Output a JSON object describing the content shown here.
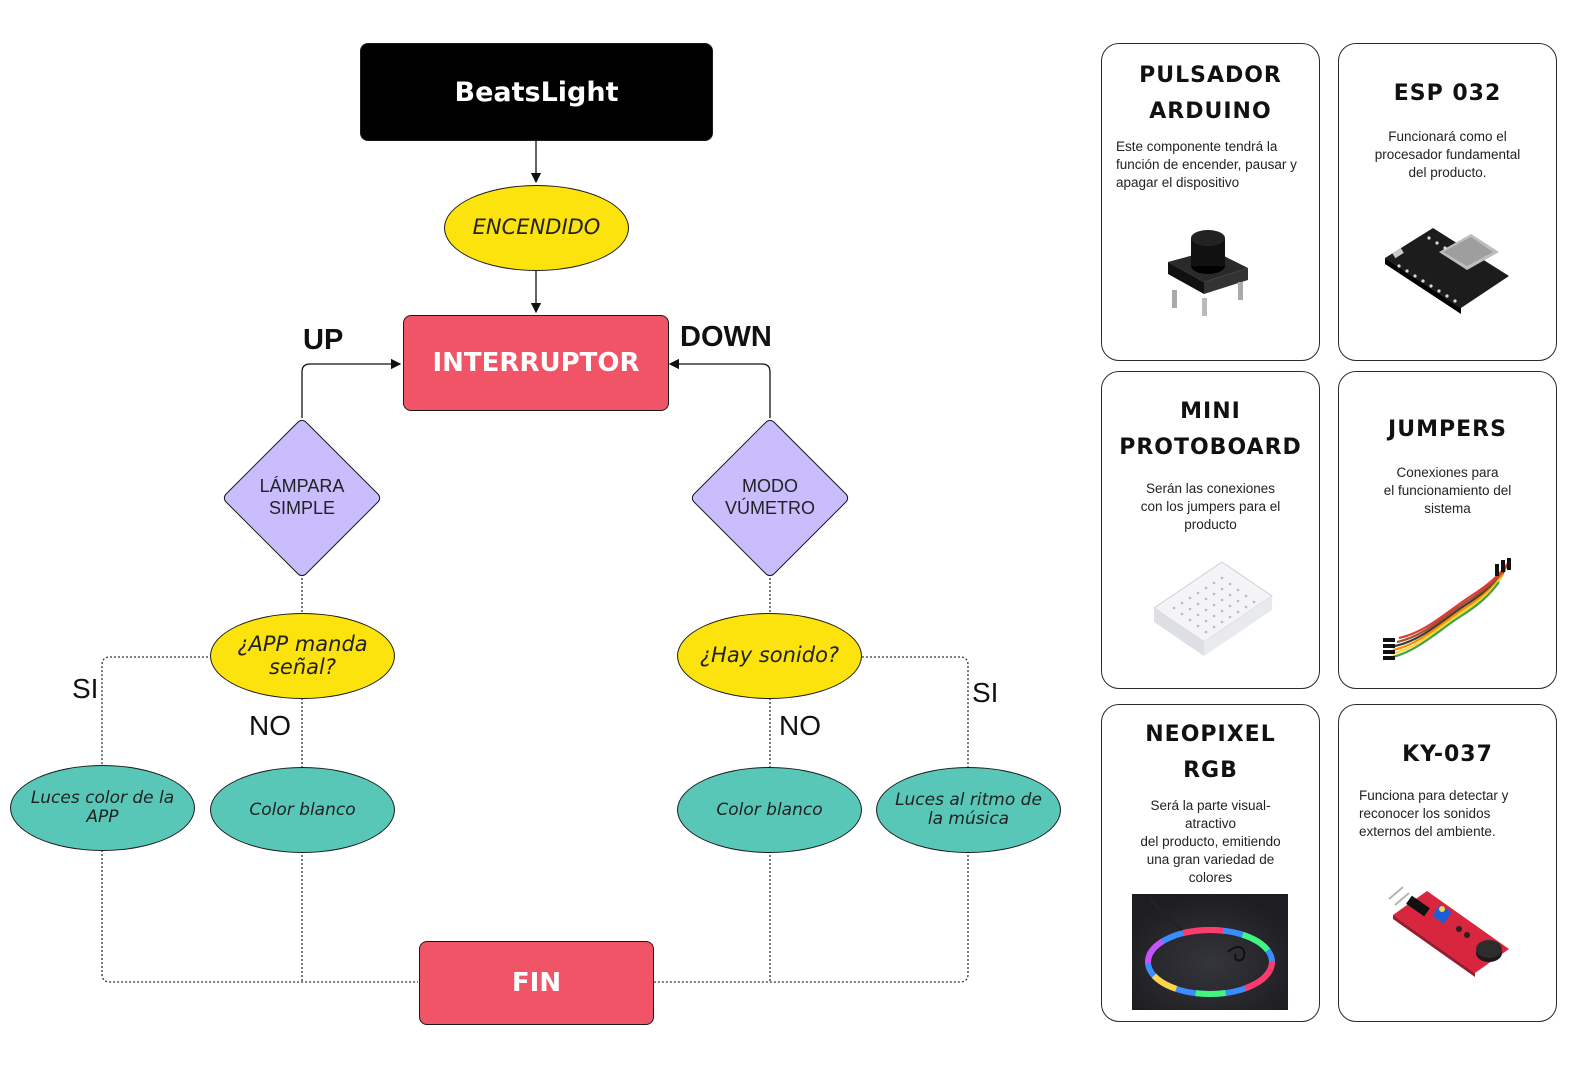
{
  "flow": {
    "title": "BeatsLight",
    "encendido": "ENCENDIDO",
    "interruptor": "INTERRUPTOR",
    "up_label": "UP",
    "down_label": "DOWN",
    "lampara": "LÁMPARA\nSIMPLE",
    "vumetro": "MODO\nVÚMETRO",
    "app_question": "¿APP  manda\nseñal?",
    "sound_question": "¿Hay sonido?",
    "si_left": "SI",
    "no_left": "NO",
    "no_right": "NO",
    "si_right": "SI",
    "luces_app": "Luces color de la\nAPP",
    "blanco_left": "Color blanco",
    "blanco_right": "Color blanco",
    "luces_musica": "Luces al ritmo de\nla música",
    "fin": "FIN"
  },
  "components": [
    {
      "title": "PULSADOR\nARDUINO",
      "desc": "Este componente tendrá la\nfunción de encender, pausar y\napagar el dispositivo",
      "icon": "push-button-icon"
    },
    {
      "title": "ESP 032",
      "desc": "Funcionará como el\nprocesador fundamental\ndel producto.",
      "icon": "esp32-board-icon"
    },
    {
      "title": "MINI\nPROTOBOARD",
      "desc": "Serán las conexiones\ncon los jumpers para el\nproducto",
      "icon": "breadboard-icon"
    },
    {
      "title": "JUMPERS",
      "desc": "Conexiones para\nel funcionamiento del\nsistema",
      "icon": "jumper-wires-icon"
    },
    {
      "title": "NEOPIXEL\nRGB",
      "desc": "Será la parte visual-\natractivo\ndel producto, emitiendo\nuna gran variedad de\ncolores",
      "icon": "led-strip-icon"
    },
    {
      "title": "KY-037",
      "desc": "Funciona para detectar y\nreconocer los sonidos\nexternos del ambiente.",
      "icon": "sound-sensor-icon"
    }
  ],
  "colors": {
    "title_bg": "#000000",
    "red": "#f25467",
    "yellow": "#fce30e",
    "purple": "#c9bdfd",
    "teal": "#58c7b8"
  }
}
